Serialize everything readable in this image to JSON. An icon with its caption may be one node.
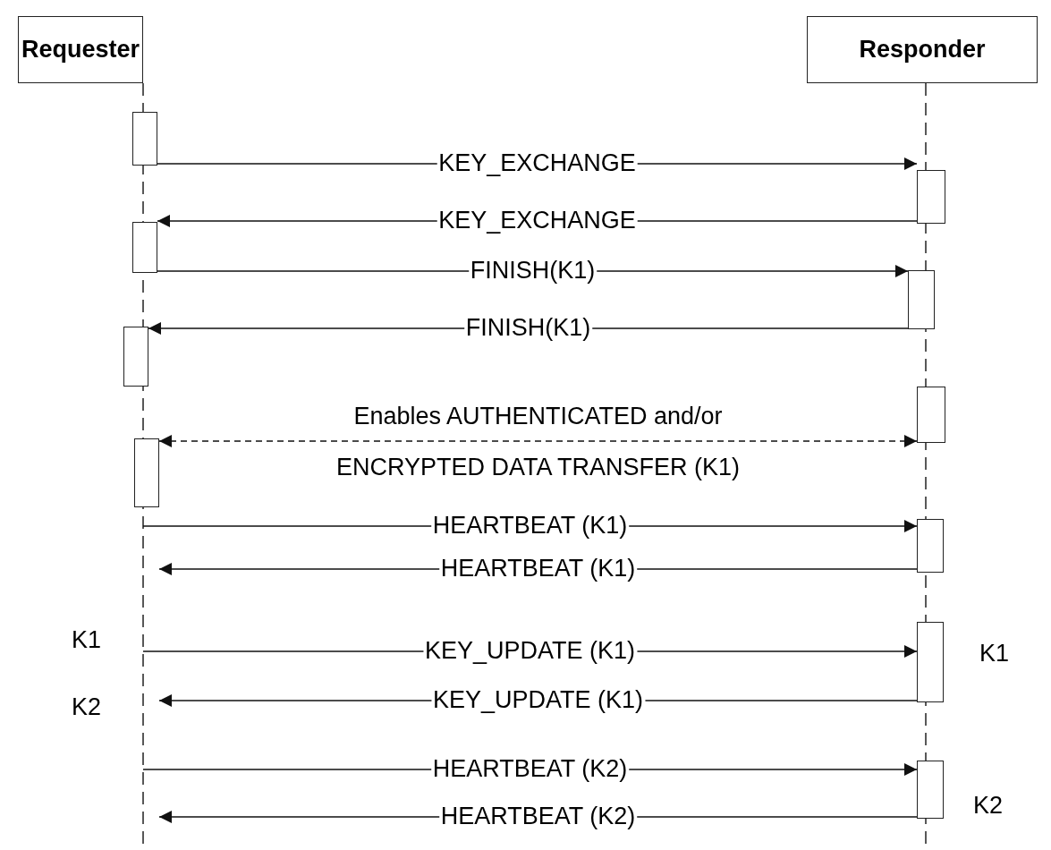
{
  "diagram": {
    "nodes": [
      {
        "text": [
          "Requester"
        ]
      },
      {
        "text": [
          "Responder"
        ]
      },
      {
        "text": [],
        "shape": "bar"
      },
      {
        "text": [],
        "shape": "bar"
      },
      {
        "text": [],
        "shape": "bar"
      },
      {
        "text": [],
        "shape": "bar"
      },
      {
        "text": [],
        "shape": "bar"
      },
      {
        "text": [],
        "shape": "bar"
      },
      {
        "text": [],
        "shape": "bar"
      },
      {
        "text": [],
        "shape": "bar"
      },
      {
        "text": [],
        "shape": "bar"
      },
      {
        "text": [],
        "shape": "bar"
      }
    ],
    "edges": [
      {
        "from": 2,
        "to": 3,
        "arrow": "to",
        "label": "KEY_EXCHANGE"
      },
      {
        "from": 3,
        "to": 4,
        "arrow": "to",
        "label": "KEY_EXCHANGE"
      },
      {
        "from": 4,
        "to": 5,
        "arrow": "to",
        "label": "FINISH(K1)"
      },
      {
        "from": 5,
        "to": 6,
        "arrow": "to",
        "label": "FINISH(K1)"
      },
      {
        "from": 8,
        "to": 7,
        "arrow": "both",
        "style": "dashed",
        "label": "Enables AUTHENTICATED and/or ENCRYPTED DATA TRANSFER (K1)"
      },
      {
        "from": null,
        "to": 9,
        "arrow": "to",
        "label": "HEARTBEAT (K1)"
      },
      {
        "from": 9,
        "to": null,
        "arrow": "to",
        "label": "HEARTBEAT (K1)"
      },
      {
        "from": null,
        "to": 10,
        "arrow": "to",
        "label": "KEY_UPDATE (K1)"
      },
      {
        "from": 10,
        "to": null,
        "arrow": "to",
        "label": "KEY_UPDATE (K1)"
      },
      {
        "from": null,
        "to": 11,
        "arrow": "to",
        "label": "HEARTBEAT (K2)"
      },
      {
        "from": 11,
        "to": null,
        "arrow": "to",
        "label": "HEARTBEAT (K2)"
      }
    ],
    "labels": [
      "K1",
      "K1",
      "K2",
      "K2"
    ]
  }
}
